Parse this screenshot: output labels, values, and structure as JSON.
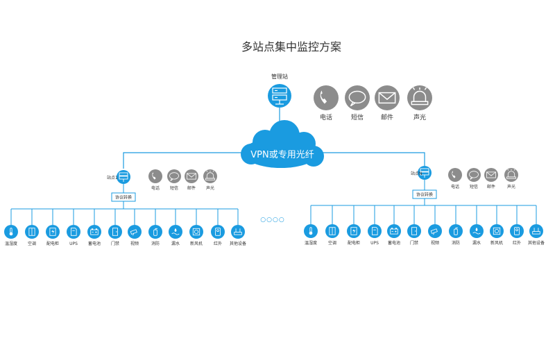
{
  "title": "多站点集中监控方案",
  "management_station": {
    "label": "管理站"
  },
  "network": {
    "label": "VPN或专用光纤"
  },
  "alarm_methods": [
    {
      "label": "电话",
      "icon": "phone-icon"
    },
    {
      "label": "短信",
      "icon": "chat-icon"
    },
    {
      "label": "邮件",
      "icon": "mail-icon"
    },
    {
      "label": "声光",
      "icon": "alarm-light-icon"
    }
  ],
  "sites": [
    {
      "label": "站点1",
      "converter_label": "协议转换"
    },
    {
      "label": "站点N",
      "converter_label": "协议转换"
    }
  ],
  "devices": [
    {
      "label": "温湿度",
      "icon": "thermometer-icon"
    },
    {
      "label": "空调",
      "icon": "air-conditioner-icon"
    },
    {
      "label": "配电柜",
      "icon": "power-cabinet-icon"
    },
    {
      "label": "UPS",
      "icon": "ups-icon"
    },
    {
      "label": "蓄电池",
      "icon": "battery-icon"
    },
    {
      "label": "门禁",
      "icon": "door-icon"
    },
    {
      "label": "视频",
      "icon": "camera-icon"
    },
    {
      "label": "消防",
      "icon": "fire-extinguisher-icon"
    },
    {
      "label": "漏水",
      "icon": "water-leak-icon"
    },
    {
      "label": "新风机",
      "icon": "fresh-air-icon"
    },
    {
      "label": "红外",
      "icon": "infrared-icon"
    },
    {
      "label": "其他设备",
      "icon": "other-device-icon"
    }
  ],
  "ellipsis": "○○○○",
  "colors": {
    "accent": "#1a9be0",
    "line": "#1a9be0",
    "alarm_gray": "#8c8c8c"
  }
}
